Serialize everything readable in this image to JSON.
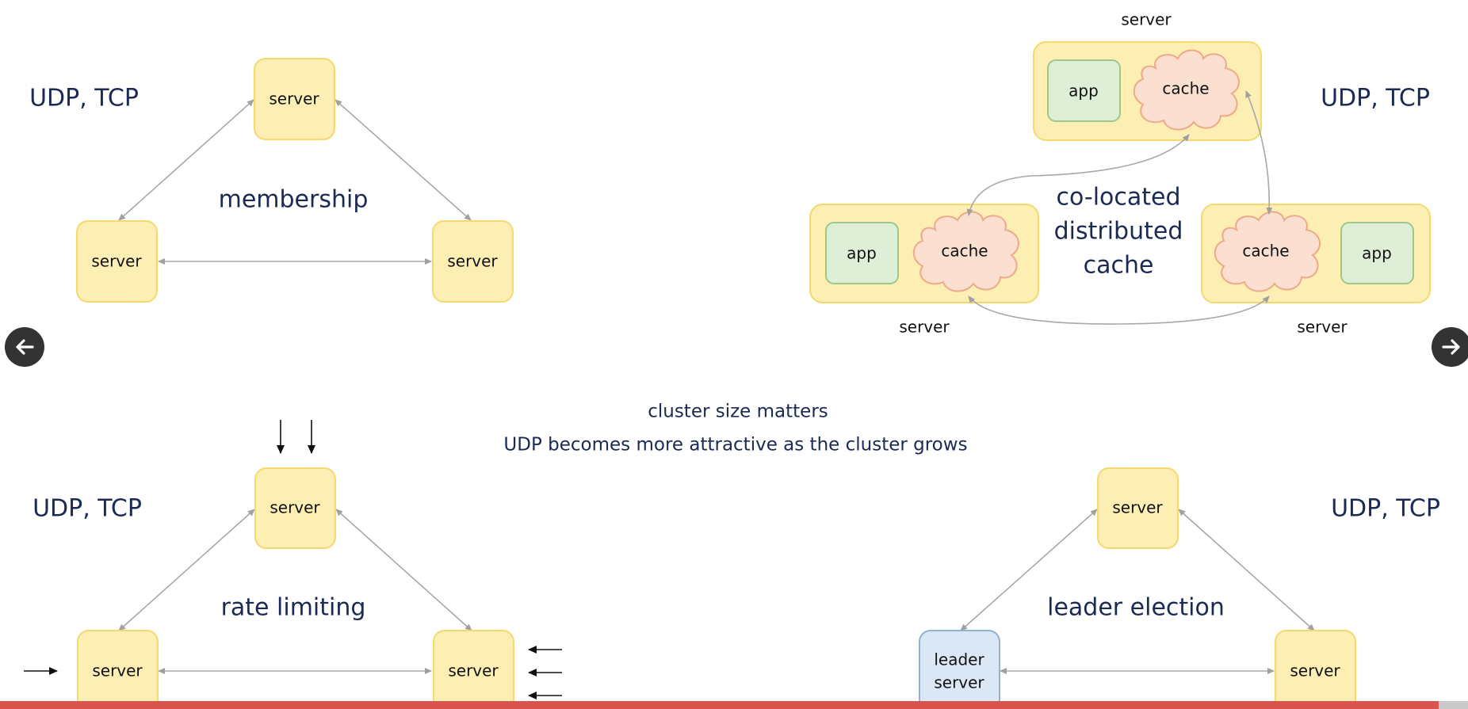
{
  "panels": {
    "membership": {
      "protocols": "UDP, TCP",
      "title": "membership",
      "server_top": "server",
      "server_left": "server",
      "server_right": "server"
    },
    "cache": {
      "protocols": "UDP, TCP",
      "title_line1": "co-located",
      "title_line2": "distributed",
      "title_line3": "cache",
      "top_caption": "server",
      "left_caption": "server",
      "right_caption": "server",
      "app_label": "app",
      "cache_label": "cache"
    },
    "rate_limiting": {
      "protocols": "UDP, TCP",
      "title": "rate limiting",
      "server_top": "server",
      "server_left": "server",
      "server_right": "server"
    },
    "leader_election": {
      "protocols": "UDP, TCP",
      "title": "leader election",
      "server_top": "server",
      "leader_line1": "leader",
      "leader_line2": "server",
      "server_right": "server"
    }
  },
  "center": {
    "line1": "cluster size matters",
    "line2": "UDP becomes more attractive as the cluster grows"
  },
  "navigation": {
    "prev_icon": "arrow-left-icon",
    "next_icon": "arrow-right-icon"
  },
  "progress": {
    "fraction": 0.98
  },
  "colors": {
    "server_fill": "#fdeeb4",
    "leader_fill": "#dbe7f5",
    "app_fill": "#dfeed7",
    "cache_fill": "#fbdfd0",
    "text_accent": "#1b2a55",
    "progress": "#d9534f"
  }
}
